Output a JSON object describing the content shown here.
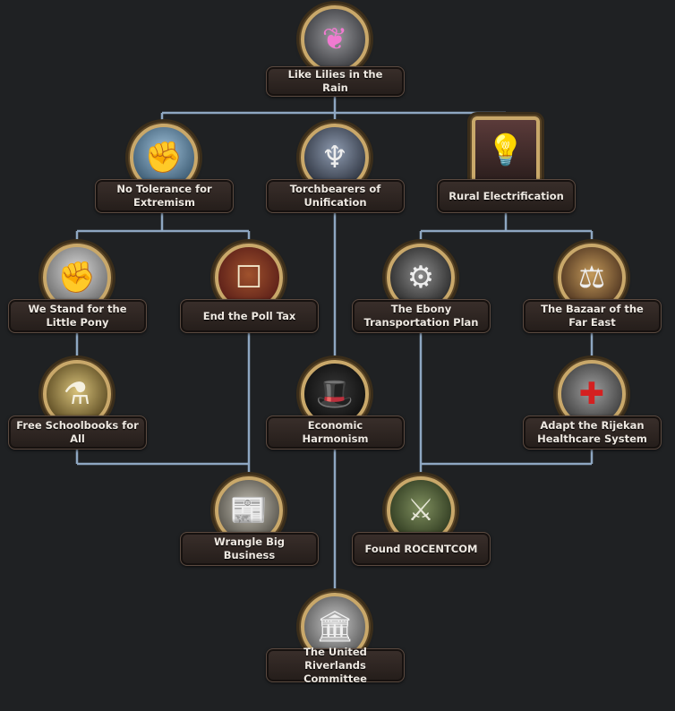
{
  "focus_tree": {
    "focuses": [
      {
        "id": "lilies",
        "label": "Like Lilies in the Rain",
        "icon": "butterfly-icon"
      },
      {
        "id": "no_tolerance",
        "label": "No Tolerance for Extremism",
        "icon": "fist-building-icon"
      },
      {
        "id": "torchbearers",
        "label": "Torchbearers of Unification",
        "icon": "angel-statue-icon"
      },
      {
        "id": "rural",
        "label": "Rural Electrification",
        "icon": "lightbulb-icon"
      },
      {
        "id": "little_pony",
        "label": "We Stand for the Little Pony",
        "icon": "raised-fist-icon"
      },
      {
        "id": "poll_tax",
        "label": "End the Poll Tax",
        "icon": "ballot-box-icon"
      },
      {
        "id": "ebony",
        "label": "The Ebony Transportation Plan",
        "icon": "train-gear-icon"
      },
      {
        "id": "bazaar",
        "label": "The Bazaar of the Far East",
        "icon": "market-goods-icon"
      },
      {
        "id": "schoolbooks",
        "label": "Free Schoolbooks for All",
        "icon": "flask-icon"
      },
      {
        "id": "harmonism",
        "label": "Economic Harmonism",
        "icon": "top-hat-icon"
      },
      {
        "id": "rijekan",
        "label": "Adapt the Rijekan Healthcare System",
        "icon": "red-cross-icon"
      },
      {
        "id": "big_business",
        "label": "Wrangle Big Business",
        "icon": "newspaper-icon"
      },
      {
        "id": "rocentcom",
        "label": "Found ROCENTCOM",
        "icon": "crossed-rifles-icon"
      },
      {
        "id": "riverlands",
        "label": "The United Riverlands Committee",
        "icon": "parthenon-icon"
      }
    ]
  }
}
